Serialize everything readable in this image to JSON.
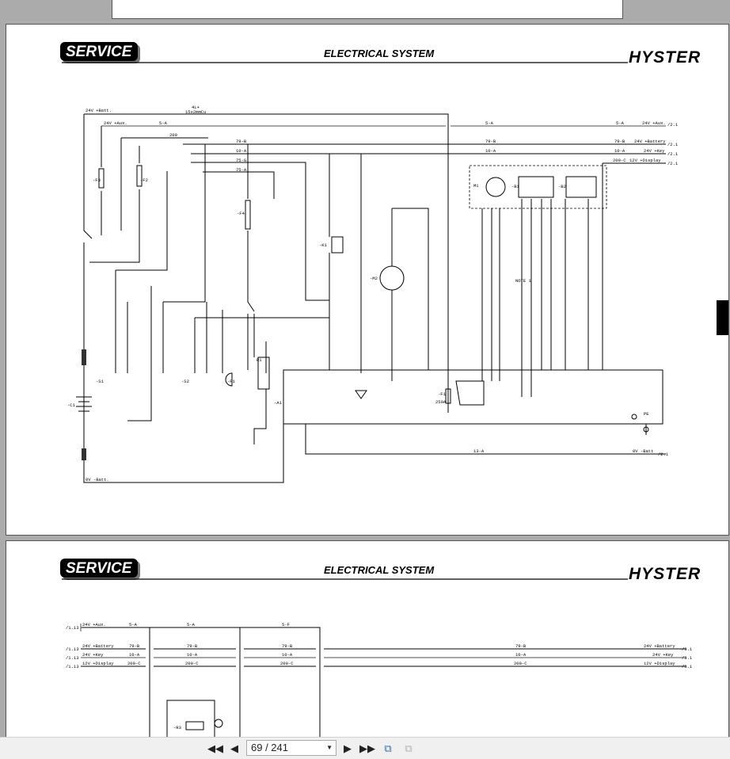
{
  "viewer": {
    "page_indicator": "69 / 241",
    "icons": [
      "first-page-icon",
      "previous-page-icon",
      "next-page-icon",
      "last-page-icon",
      "fit-page-icon",
      "fit-width-icon"
    ]
  },
  "page1": {
    "service": "SERVICE",
    "title": "ELECTRICAL SYSTEM",
    "brand": "HYSTER",
    "labels": {
      "batt": "24V +Batt.",
      "cable": "4L+",
      "cable_size": "15x2mmCu",
      "aux": "24V +Aux.",
      "w5a": "5-A",
      "w200": "200",
      "w79b": "79-B",
      "w10a": "10-A",
      "w75g": "75-G",
      "w75a": "75-A",
      "w200c": "200-C",
      "out_aux": "24V +Aux.",
      "out_battery": "24V +Battery",
      "out_key": "24V +Key",
      "out_display": "12V +Display",
      "ref": "/2.1",
      "neg_batt": "0V -Batt.",
      "w13a": "13-A",
      "neg_right": "0V -Batt",
      "ref_neg": "/2.1",
      "note": "NOTE 1",
      "fuse": "250A",
      "a1": "-A1",
      "m1": "M1",
      "b1": "-B1",
      "b2": "-B2",
      "m2": "-M2",
      "k1": "-K1",
      "c1": "-C1",
      "s1": "-S1",
      "s2": "-S2",
      "p1": "-P1",
      "r1": "R1",
      "f1": "-F1",
      "f2": "-F2",
      "f3": "-F3",
      "f4": "-F4",
      "pe": "PE"
    }
  },
  "page2": {
    "service": "SERVICE",
    "title": "ELECTRICAL SYSTEM",
    "brand": "HYSTER",
    "labels": {
      "ref_in": "/1.13",
      "aux": "24V +Aux.",
      "battery": "24V +Battery",
      "key": "24V +Key",
      "display": "12V +Display",
      "w5a": "5-A",
      "w5f": "5-F",
      "w79b": "79-B",
      "w10a": "10-A",
      "w200c": "200-C",
      "ref_out": "/3.1",
      "r3": "-R3"
    }
  }
}
